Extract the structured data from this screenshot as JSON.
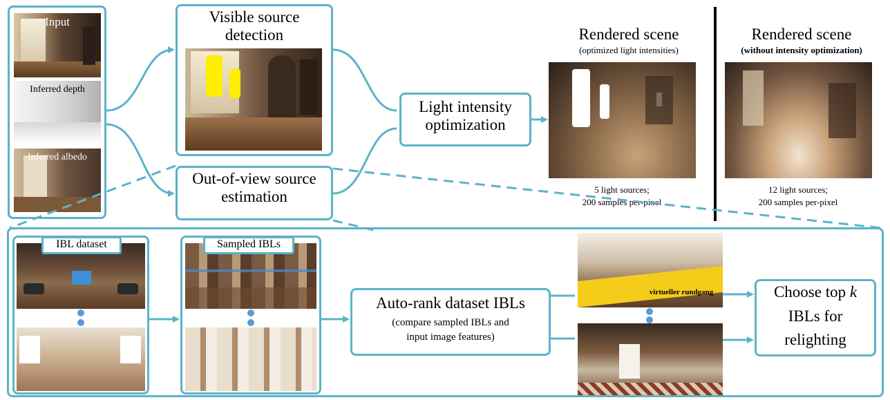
{
  "input_panel": {
    "input_label": "Input",
    "depth_label": "Inferred depth",
    "albedo_label": "Inferred albedo"
  },
  "visible": {
    "title": "Visible source detection"
  },
  "outofview": {
    "title": "Out-of-view source estimation"
  },
  "optimization": {
    "title": "Light intensity optimization"
  },
  "rendered_optimized": {
    "title": "Rendered scene",
    "subtitle": "(optimized light intensities)",
    "caption_line1": "5 light sources;",
    "caption_line2": "200 samples per-pixel"
  },
  "rendered_unoptimized": {
    "title": "Rendered scene",
    "subtitle": "(without intensity optimization)",
    "caption_line1": "12 light sources;",
    "caption_line2": "200 samples per-pixel"
  },
  "ibl": {
    "dataset_label": "IBL dataset",
    "sampled_label": "Sampled IBLs",
    "autorank_title": "Auto-rank dataset IBLs",
    "autorank_sub1": "(compare sampled IBLs and",
    "autorank_sub2": "input image features)",
    "choose_line1": "Choose top",
    "choose_k": "k",
    "choose_line2": "IBLs for",
    "choose_line3": "relighting",
    "banner_text": "virtueller rundgang"
  },
  "colors": {
    "accent": "#5bb3c8",
    "dot": "#5b9bd5",
    "highlight": "#ffee00"
  }
}
